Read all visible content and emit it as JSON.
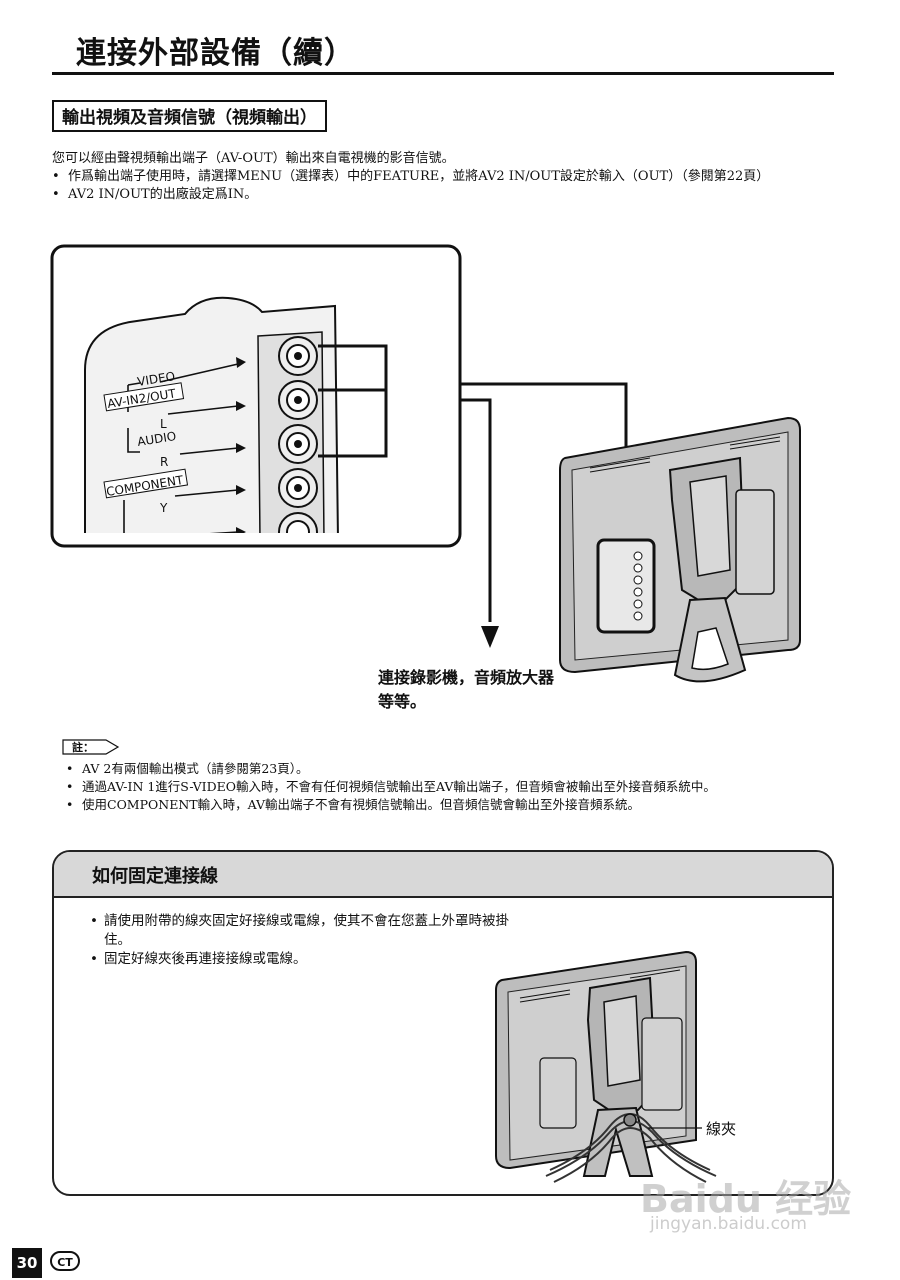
{
  "page": {
    "title": "連接外部設備（續）",
    "page_number": "30",
    "language_badge": "CT"
  },
  "section_av_out": {
    "heading": "輸出視頻及音頻信號（視頻輸出）",
    "intro": "您可以經由聲視頻輸出端子（AV-OUT）輸出來自電視機的影音信號。",
    "bullets": [
      "作爲輸出端子使用時，請選擇MENU（選擇表）中的FEATURE，並將AV2 IN/OUT設定於輸入（OUT）（參閱第22頁）",
      "AV2 IN/OUT的出廠設定爲IN。"
    ]
  },
  "diagram": {
    "labels": {
      "video": "VIDEO",
      "av_in2_out": "AV-IN2/OUT",
      "l": "L",
      "audio": "AUDIO",
      "r": "R",
      "component": "COMPONENT",
      "y": "Y"
    },
    "callout": "連接錄影機，音頻放大器等等。"
  },
  "notes": {
    "tag": "註：",
    "items": [
      "AV 2有兩個輸出模式（請參閱第23頁）。",
      "通過AV-IN 1進行S-VIDEO輸入時，不會有任何視頻信號輸出至AV輸出端子，但音頻會被輸出至外接音頻系統中。",
      "使用COMPONENT輸入時，AV輸出端子不會有視頻信號輸出。但音頻信號會輸出至外接音頻系統。"
    ]
  },
  "section_cable": {
    "heading": "如何固定連接線",
    "bullets": [
      "請使用附帶的線夾固定好接線或電線，使其不會在您蓋上外罩時被掛住。",
      "固定好線夾後再連接接線或電線。"
    ],
    "clip_label": "線夾"
  },
  "watermark": {
    "brand": "Baidu 经验",
    "url": "jingyan.baidu.com"
  },
  "colors": {
    "ink": "#111111",
    "panel_gray": "#d8d8d8",
    "tv_gray": "#bdbdbd"
  }
}
